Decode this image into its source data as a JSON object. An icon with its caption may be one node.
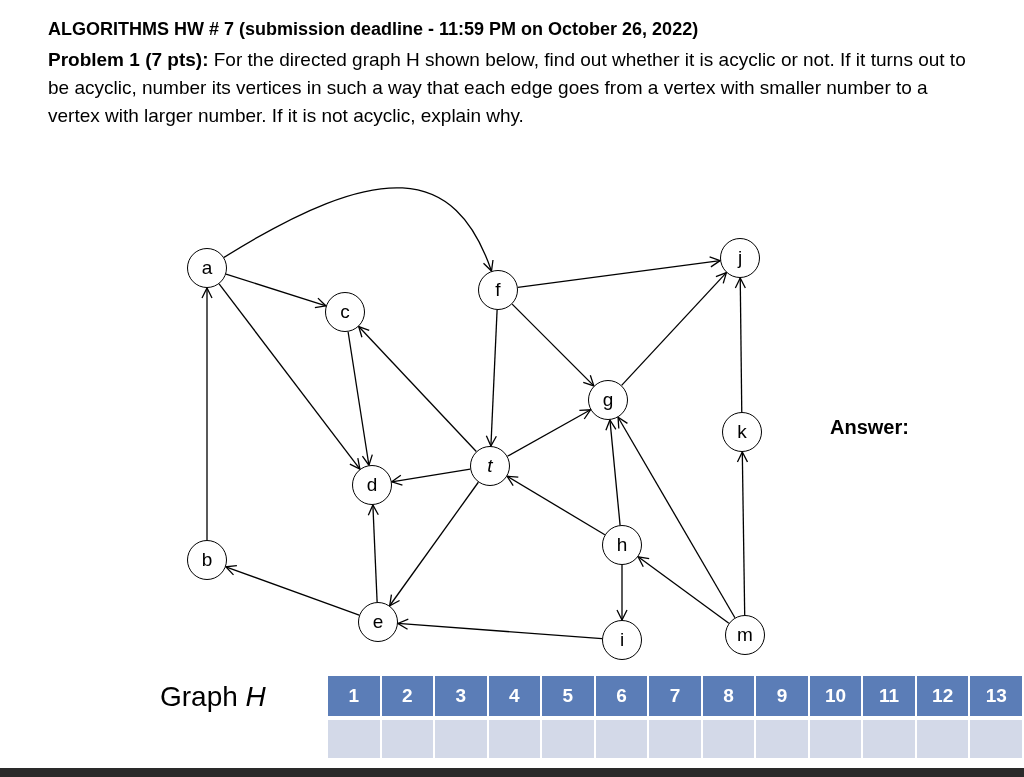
{
  "diagram": {
    "title": "ALGORITHMS HW # 7 (submission deadline - 11:59 PM on October 26, 2022)",
    "nodes": [
      {
        "text": [
          "a"
        ]
      },
      {
        "text": [
          "b"
        ]
      },
      {
        "text": [
          "c"
        ]
      },
      {
        "text": [
          "d"
        ]
      },
      {
        "text": [
          "e"
        ]
      },
      {
        "text": [
          "f"
        ]
      },
      {
        "text": [
          "g"
        ]
      },
      {
        "text": [
          "t"
        ]
      },
      {
        "text": [
          "h"
        ]
      },
      {
        "text": [
          "i"
        ]
      },
      {
        "text": [
          "j"
        ]
      },
      {
        "text": [
          "k"
        ]
      },
      {
        "text": [
          "m"
        ]
      }
    ],
    "edges": [
      {
        "from": 0,
        "to": 5,
        "arrow": "to"
      },
      {
        "from": 0,
        "to": 2,
        "arrow": "to"
      },
      {
        "from": 0,
        "to": 3,
        "arrow": "to"
      },
      {
        "from": 1,
        "to": 0,
        "arrow": "to"
      },
      {
        "from": 2,
        "to": 3,
        "arrow": "to"
      },
      {
        "from": 5,
        "to": 7,
        "arrow": "to"
      },
      {
        "from": 5,
        "to": 10,
        "arrow": "to"
      },
      {
        "from": 5,
        "to": 6,
        "arrow": "to"
      },
      {
        "from": 7,
        "to": 2,
        "arrow": "to"
      },
      {
        "from": 7,
        "to": 3,
        "arrow": "to"
      },
      {
        "from": 7,
        "to": 6,
        "arrow": "to"
      },
      {
        "from": 7,
        "to": 4,
        "arrow": "to"
      },
      {
        "from": 6,
        "to": 10,
        "arrow": "to"
      },
      {
        "from": 4,
        "to": 3,
        "arrow": "to"
      },
      {
        "from": 4,
        "to": 1,
        "arrow": "to"
      },
      {
        "from": 8,
        "to": 7,
        "arrow": "to"
      },
      {
        "from": 8,
        "to": 6,
        "arrow": "to"
      },
      {
        "from": 8,
        "to": 9,
        "arrow": "to"
      },
      {
        "from": 9,
        "to": 4,
        "arrow": "to"
      },
      {
        "from": 12,
        "to": 8,
        "arrow": "to"
      },
      {
        "from": 12,
        "to": 6,
        "arrow": "to"
      },
      {
        "from": 12,
        "to": 11,
        "arrow": "to"
      },
      {
        "from": 11,
        "to": 10,
        "arrow": "to"
      }
    ],
    "labels": [
      "**Problem 1 (7 pts):** For the directed graph H shown below, find out whether it is acyclic or not. If it turns out to be acyclic, number its vertices in such a way that each edge goes from a vertex with smaller number to a vertex with larger number. If it is not acyclic, explain why.",
      "Answer:",
      "Graph *H*",
      "1",
      "2",
      "3",
      "4",
      "5",
      "6",
      "7",
      "8",
      "9",
      "10",
      "11",
      "12",
      "13"
    ]
  }
}
